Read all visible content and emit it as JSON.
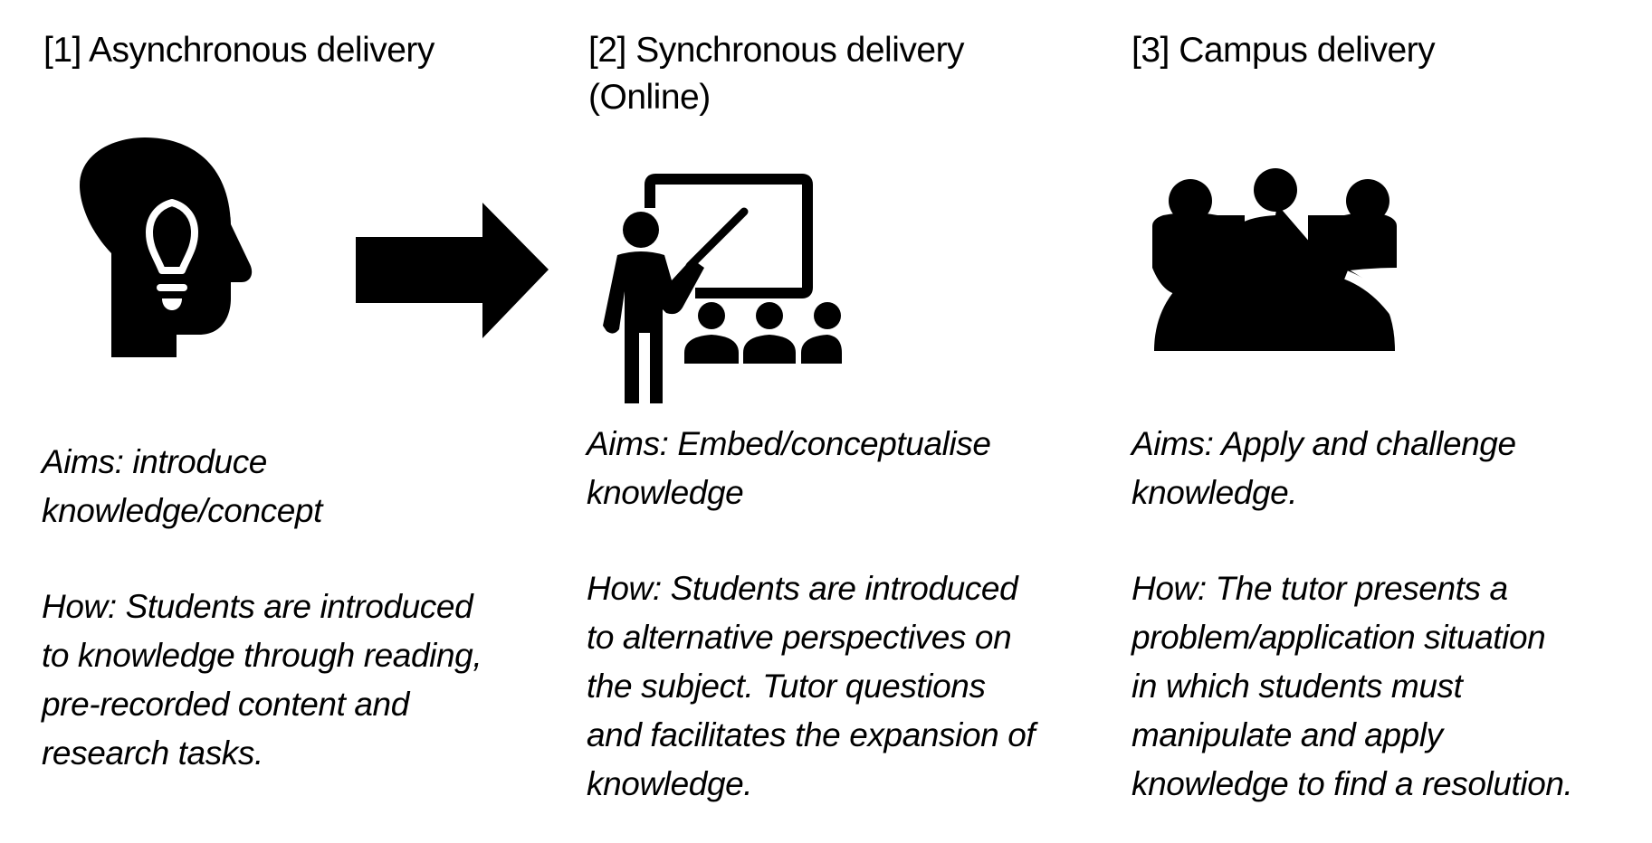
{
  "stages": [
    {
      "number": "[1]",
      "title": "[1] Asynchronous delivery",
      "title_lines": [
        "[1] Asynchronous delivery"
      ],
      "icon": "head-lightbulb-icon",
      "aims_lines": [
        "Aims: introduce",
        "knowledge/concept"
      ],
      "how_lines": [
        "How: Students are introduced",
        "to knowledge through reading,",
        "pre-recorded content and",
        "research tasks."
      ]
    },
    {
      "number": "[2]",
      "title": "[2] Synchronous delivery (Online)",
      "title_lines": [
        "[2] Synchronous delivery",
        "(Online)"
      ],
      "icon": "teacher-presentation-icon",
      "aims_lines": [
        "Aims: Embed/conceptualise",
        "knowledge"
      ],
      "how_lines": [
        "How: Students are introduced",
        "to alternative perspectives on",
        "the subject. Tutor questions",
        "and facilitates the expansion of",
        "knowledge."
      ]
    },
    {
      "number": "[3]",
      "title": "[3] Campus delivery",
      "title_lines": [
        "[3] Campus delivery"
      ],
      "icon": "group-meeting-icon",
      "aims_lines": [
        "Aims: Apply and challenge",
        "knowledge."
      ],
      "how_lines": [
        "How: The tutor presents a",
        "problem/application situation",
        "in which students must",
        "manipulate and apply",
        "knowledge to find a resolution."
      ]
    }
  ],
  "connector": {
    "icon": "right-arrow-icon",
    "from": "[1]",
    "to": "[2]"
  },
  "colors": {
    "foreground": "#000000",
    "background": "#ffffff"
  }
}
